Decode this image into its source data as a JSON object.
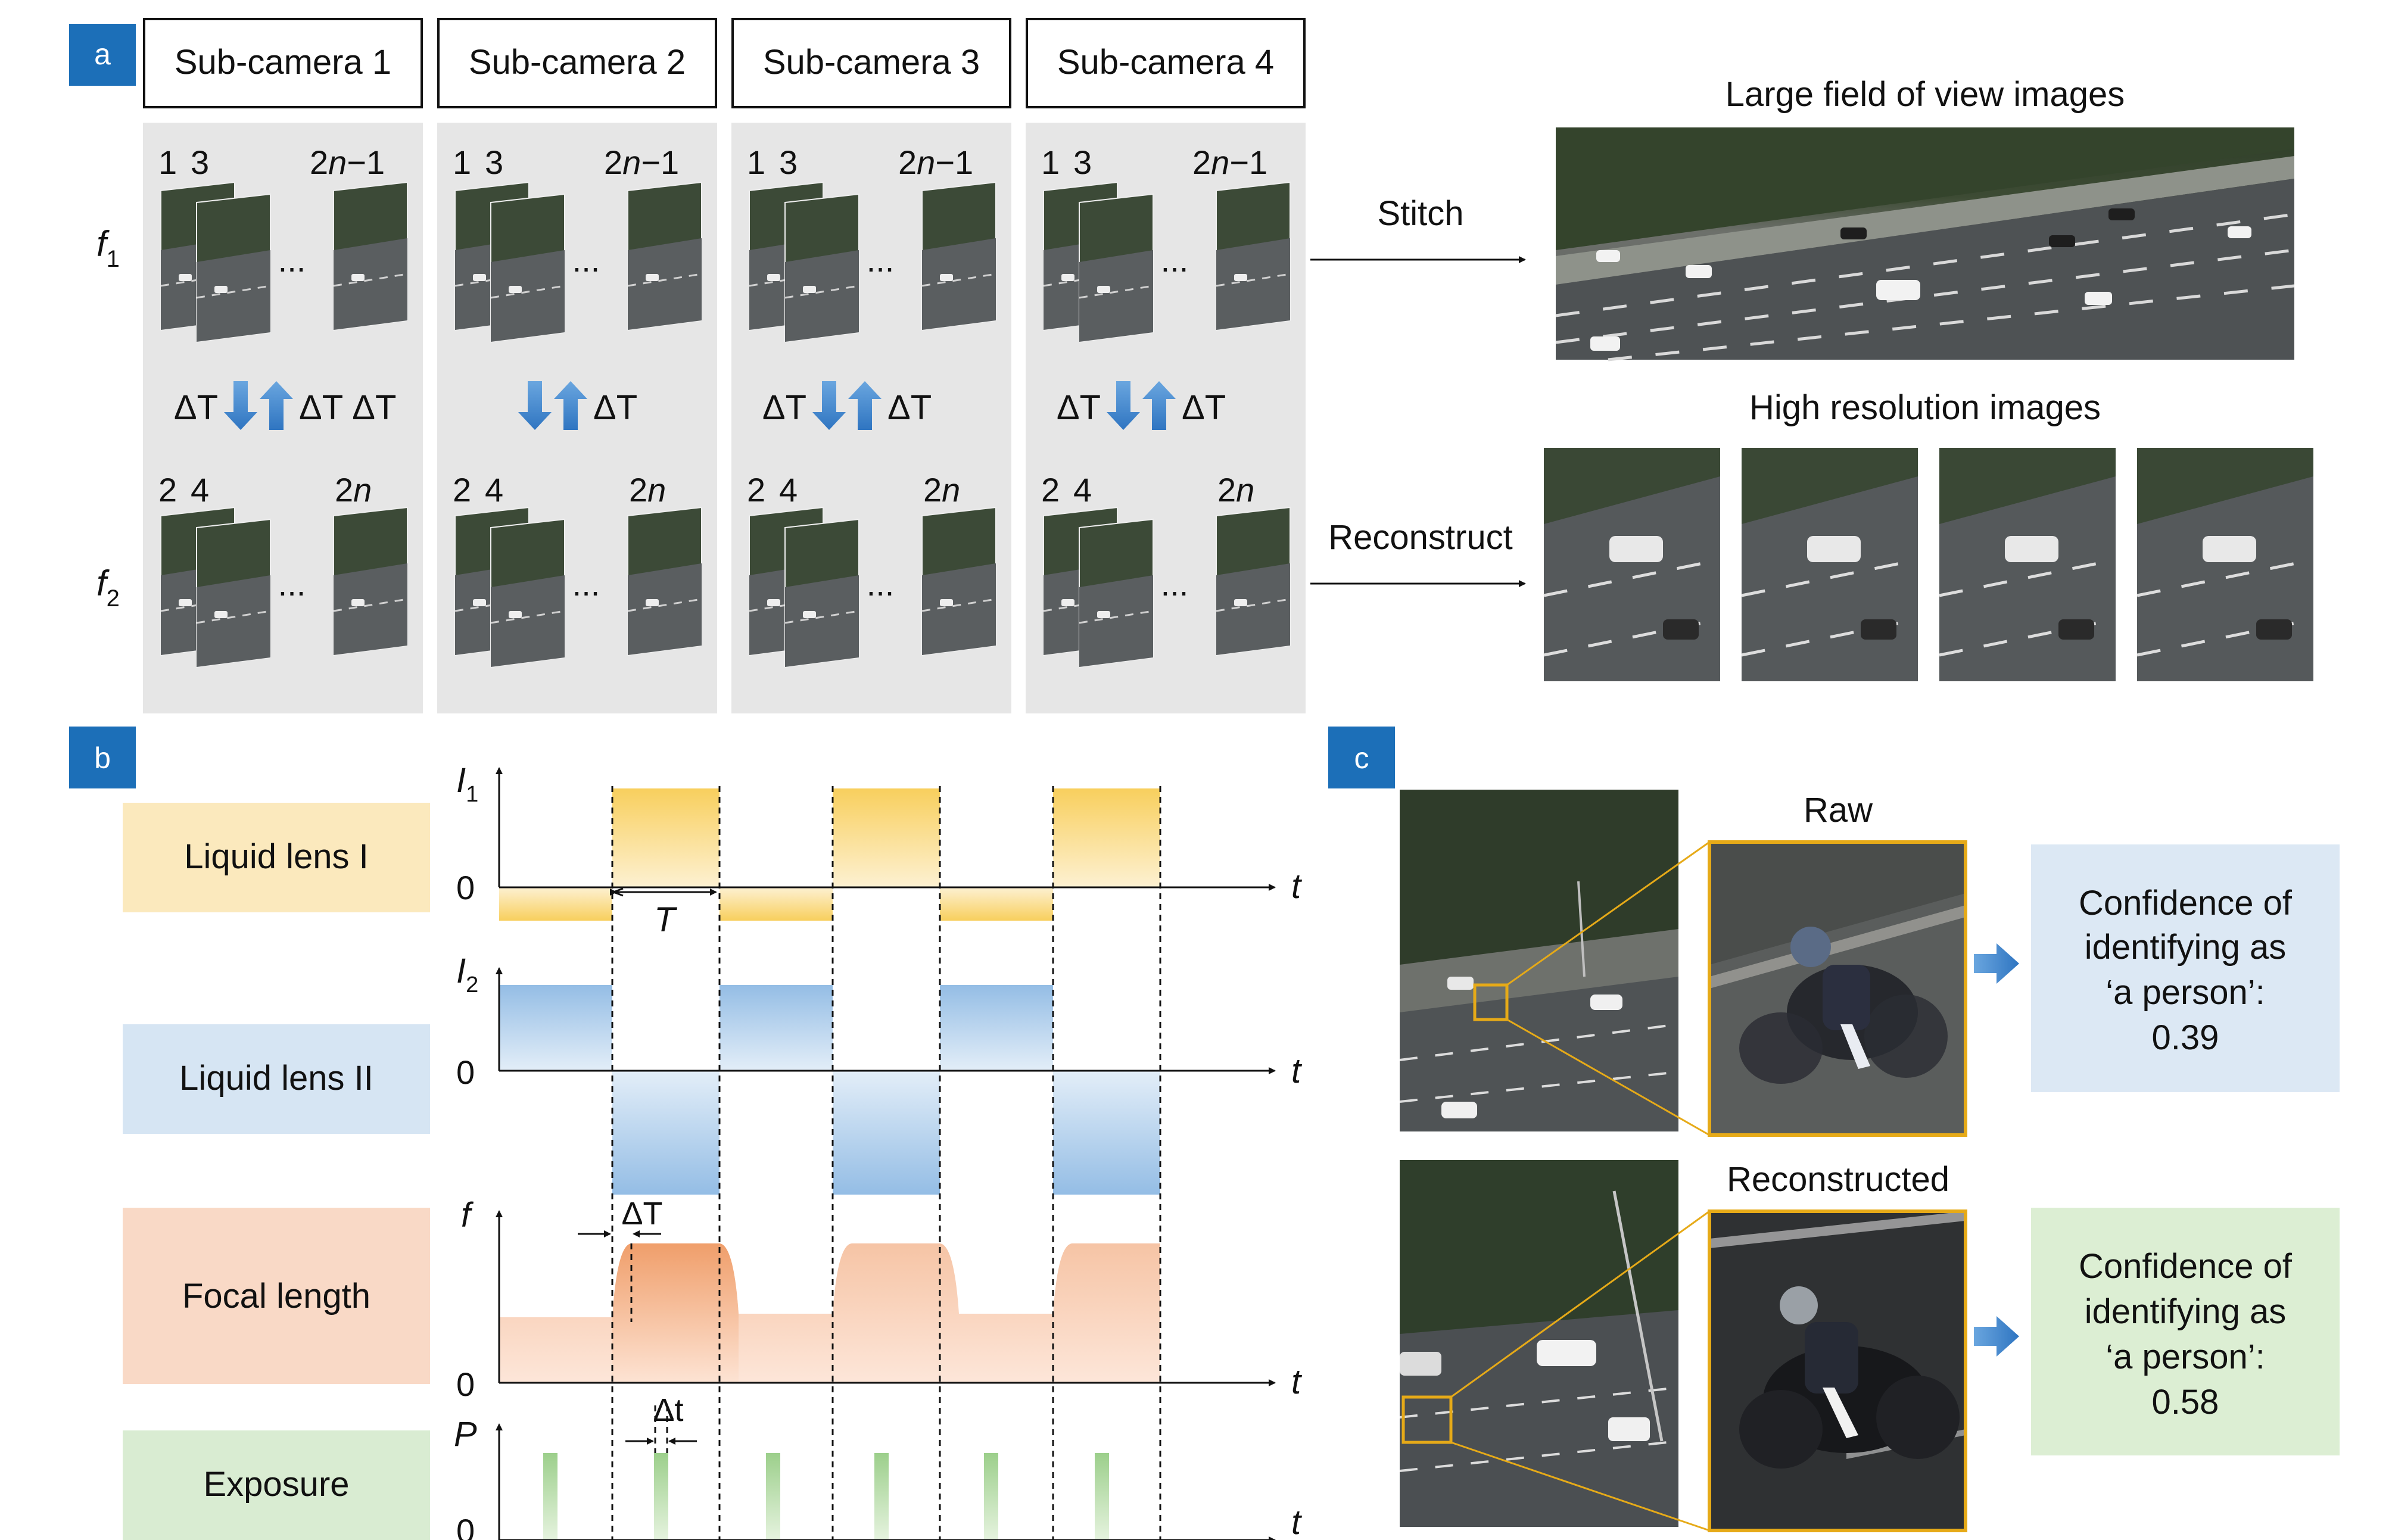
{
  "panels": {
    "a": "a",
    "b": "b",
    "c": "c"
  },
  "colors": {
    "panel_tag": "#1c6fb8",
    "gray_bg": "#e6e6e6",
    "liquid1": "#fbe1a2",
    "liquid2": "#d6e5f3",
    "focal": "#f9d3bc",
    "exposure": "#d9ecd2",
    "conf_blue": "#dce8f4",
    "conf_green": "#dceed3",
    "zoom_border": "#e6aa18",
    "arrow_blue": "#3f86cf"
  },
  "panel_a": {
    "sub_cameras": [
      {
        "label": "Sub-camera 1",
        "left_dt": "ΔT",
        "right_dt": "ΔT ΔT"
      },
      {
        "label": "Sub-camera 2",
        "left_dt": "",
        "right_dt": "ΔT"
      },
      {
        "label": "Sub-camera 3",
        "left_dt": "ΔT",
        "right_dt": "ΔT"
      },
      {
        "label": "Sub-camera 4",
        "left_dt": "ΔT",
        "right_dt": "ΔT"
      }
    ],
    "frame_labels_top": {
      "a": "1",
      "b": "3",
      "c": "2n−1",
      "c_pre": "2",
      "c_var": "n",
      "c_post": "−1"
    },
    "frame_labels_bottom": {
      "a": "2",
      "b": "4",
      "c_pre": "2",
      "c_var": "n"
    },
    "ellipsis": "...",
    "row_labels": {
      "f1_base": "f",
      "f1_sub": "1",
      "f2_base": "f",
      "f2_sub": "2"
    },
    "stitch_label": "Stitch",
    "reconstruct_label": "Reconstruct",
    "large_fov_title": "Large field of view images",
    "high_res_title": "High resolution images"
  },
  "panel_b": {
    "rows": [
      {
        "label": "Liquid lens I"
      },
      {
        "label": "Liquid lens II"
      },
      {
        "label": "Focal length"
      },
      {
        "label": "Exposure"
      }
    ],
    "axes": {
      "i1_base": "I",
      "i1_sub": "1",
      "i2_base": "I",
      "i2_sub": "2",
      "f": "f",
      "p": "P",
      "t": "t",
      "zero": "0"
    },
    "annotations": {
      "period": "T",
      "delta_T": "ΔT",
      "delta_t": "Δt"
    }
  },
  "panel_c": {
    "raw_title": "Raw",
    "reconstructed_title": "Reconstructed",
    "raw_confidence": [
      "Confidence of",
      "identifying as",
      "‘a person’:",
      "0.39"
    ],
    "reconstructed_confidence": [
      "Confidence of",
      "identifying as",
      "‘a person’:",
      "0.58"
    ]
  }
}
